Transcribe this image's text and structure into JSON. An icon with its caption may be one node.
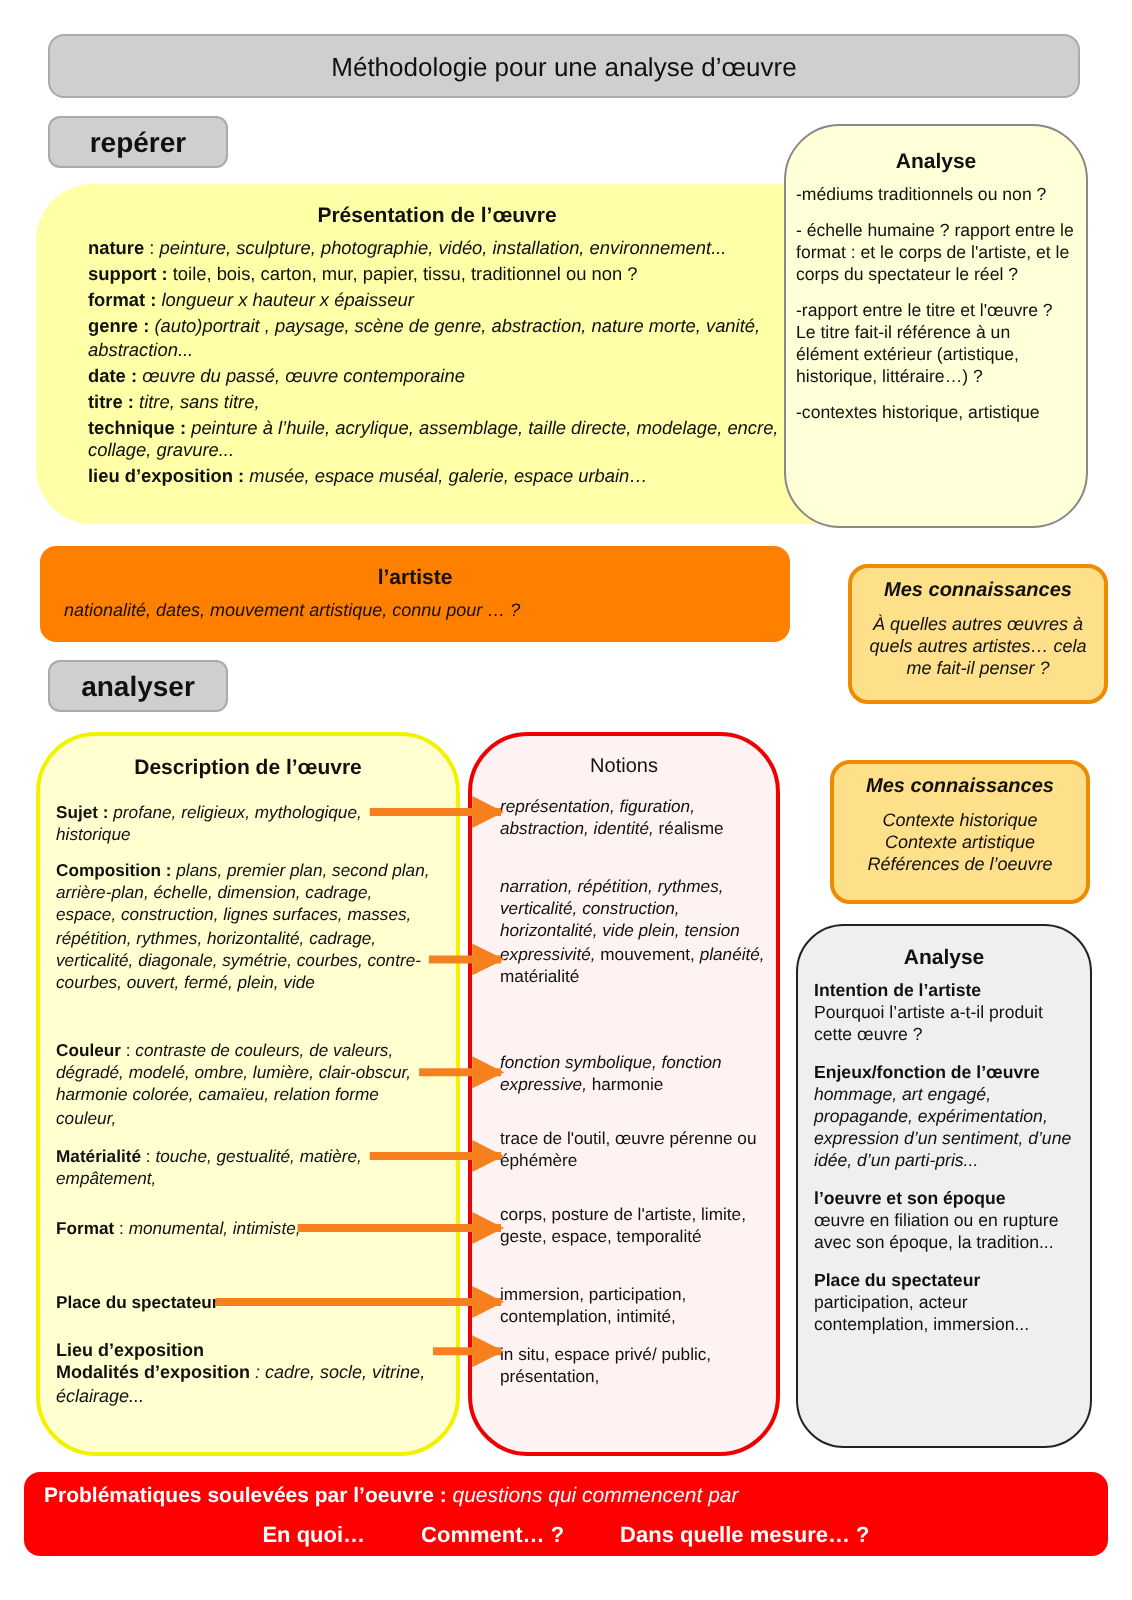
{
  "diagram": {
    "nodes": [
      {
        "text": [
          "Méthodologie pour une analyse d’œuvre"
        ]
      },
      {
        "text": [
          "repérer"
        ]
      },
      {
        "text": [
          "Présentation de l’œuvre",
          "**nature** : *peinture, sculpture, photographie, vidéo, installation, environnement...*",
          "**support :** toile, bois, carton, mur, papier, tissu, traditionnel ou non ?",
          "**format :** *longueur x hauteur x épaisseur*",
          "**genre :** *(auto)portrait , paysage, scène de genre, abstraction, nature morte, vanité, abstraction...*",
          "**date :** *œuvre du passé, œuvre contemporaine*",
          "**titre :** *titre, sans titre,*",
          "**technique :** *peinture à l’huile, acrylique, assemblage, taille directe, modelage, encre, collage, gravure...*",
          "**lieu d’exposition :** *musée, espace muséal, galerie, espace urbain…*"
        ]
      },
      {
        "text": [
          "Analyse",
          "-médiums traditionnels ou non ?",
          "- échelle humaine ? rapport entre le format : et le corps de l'artiste, et le corps du spectateur le réel ?",
          "-rapport entre le titre et l'œuvre ? Le titre fait-il référence à un élément extérieur (artistique, historique, littéraire…) ?",
          "-contextes historique, artistique"
        ]
      },
      {
        "text": [
          "l’artiste",
          "nationalité, dates, mouvement artistique, connu pour … ?"
        ]
      },
      {
        "text": [
          "Mes connaissances",
          "À quelles autres œuvres à quels autres artistes… cela me fait-il penser ?"
        ]
      },
      {
        "text": [
          "analyser"
        ]
      },
      {
        "text": [
          "Description de l’œuvre"
        ]
      },
      {
        "text": [
          "**Sujet :** *profane, religieux, mythologique, historique*"
        ],
        "in": 7
      },
      {
        "text": [
          "**Composition :** *plans, premier plan, second plan, arrière-plan, échelle, dimension, cadrage, espace, construction, lignes surfaces, masses, répétition, rythmes, horizontalité, cadrage, verticalité, diagonale, symétrie, courbes, contre-courbes, ouvert, fermé, plein, vide*"
        ],
        "in": 7
      },
      {
        "text": [
          "**Couleur** : *contraste de couleurs, de valeurs, dégradé, modelé, ombre, lumière, clair-obscur, harmonie colorée, camaïeu, relation forme couleur,*"
        ],
        "in": 7
      },
      {
        "text": [
          "**Matérialité** : *touche, gestualité, matière, empâtement,*"
        ],
        "in": 7
      },
      {
        "text": [
          "**Format** : *monumental, intimiste,*"
        ],
        "in": 7
      },
      {
        "text": [
          "Place du spectateur"
        ],
        "in": 7
      },
      {
        "text": [
          "Lieu d’exposition",
          "**Modalités d’exposition** *: cadre, socle, vitrine, éclairage...*"
        ],
        "in": 7
      },
      {
        "text": [
          "Notions"
        ]
      },
      {
        "text": [
          "*représentation, figuration, abstraction, identité,* réalisme"
        ],
        "in": 15
      },
      {
        "text": [
          "*narration, répétition, rythmes, verticalité, construction, horizontalité, vide plein, tension expressivité,* mouvement, *planéité,* matérialité"
        ],
        "in": 15
      },
      {
        "text": [
          "*fonction symbolique, fonction expressive,* harmonie"
        ],
        "in": 15
      },
      {
        "text": [
          "trace de l'outil, œuvre pérenne ou éphémère"
        ],
        "in": 15
      },
      {
        "text": [
          "corps, posture de l'artiste, limite, geste, espace, temporalité"
        ],
        "in": 15
      },
      {
        "text": [
          "immersion, participation, contemplation, intimité,"
        ],
        "in": 15
      },
      {
        "text": [
          "in situ, espace privé/ public, présentation,"
        ],
        "in": 15
      },
      {
        "text": [
          "Mes connaissances",
          "Contexte historique Contexte artistique Références de l’oeuvre"
        ]
      },
      {
        "text": [
          "Analyse",
          "Intention de l’artiste",
          "Pourquoi l’artiste a-t-il produit cette œuvre ?",
          "Enjeux/fonction de l’œuvre",
          "hommage, art engagé, propagande, expérimentation, expression d’un sentiment, d’une idée, d’un parti-pris...",
          "l’oeuvre et son époque",
          "œuvre en filiation ou en rupture avec son époque, la tradition...",
          "Place du spectateur",
          "participation, acteur contemplation, immersion..."
        ]
      },
      {
        "text": [
          "**Problématiques soulevées par l’oeuvre :** *questions qui commencent par*",
          "En quoi…",
          "Comment… ?",
          "Dans quelle mesure… ?"
        ]
      }
    ],
    "edges": [
      {
        "from": 8,
        "to": 16,
        "arrow": "to"
      },
      {
        "from": 9,
        "to": 17,
        "arrow": "to"
      },
      {
        "from": 10,
        "to": 18,
        "arrow": "to"
      },
      {
        "from": 11,
        "to": 19,
        "arrow": "to"
      },
      {
        "from": 12,
        "to": 20,
        "arrow": "to"
      },
      {
        "from": 13,
        "to": 21,
        "arrow": "to"
      },
      {
        "from": 14,
        "to": 22,
        "arrow": "to"
      }
    ]
  }
}
